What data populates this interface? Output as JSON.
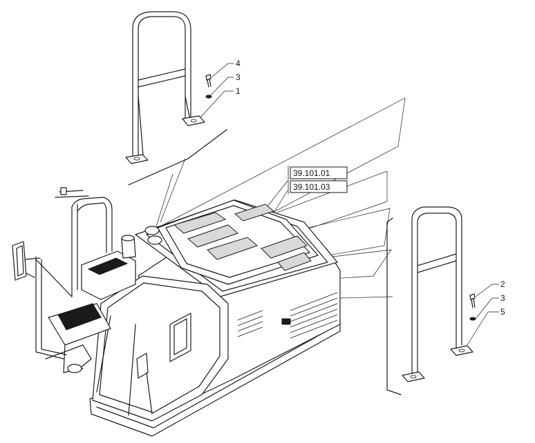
{
  "callouts": {
    "upper_bolt": "4",
    "upper_washer": "3",
    "upper_rail": "1",
    "lower_bolt": "2",
    "lower_washer": "3",
    "lower_rail": "5"
  },
  "references": {
    "ref_1": "39.101.01",
    "ref_2": "39.101.03"
  }
}
